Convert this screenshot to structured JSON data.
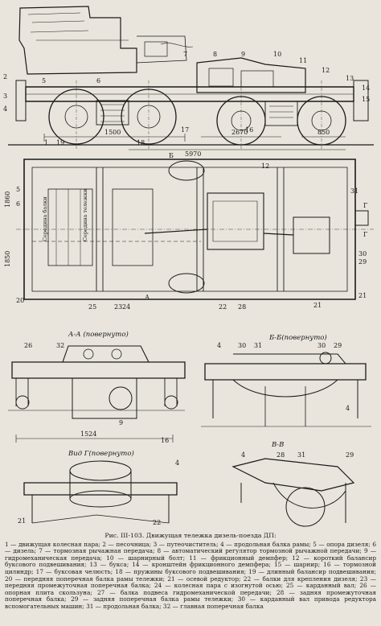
{
  "drawing": {
    "top_dims": [
      "1500",
      "5970",
      "2670",
      "850"
    ],
    "plan_labels": [
      "Середина балки",
      "Середина тележки"
    ],
    "plan_dims": [
      "1860",
      "1850"
    ],
    "section_marks": [
      "Б",
      "А",
      "Г",
      "Г"
    ],
    "callouts_top": [
      "2",
      "3",
      "4",
      "5",
      "6",
      "7",
      "8",
      "9",
      "10",
      "11",
      "12",
      "13",
      "14",
      "15",
      "16",
      "17",
      "18",
      "19",
      "1"
    ],
    "callouts_plan": [
      "5",
      "6",
      "20",
      "25",
      "24",
      "23",
      "22",
      "21",
      "21",
      "29",
      "30",
      "31",
      "12",
      "28"
    ],
    "view_aa": {
      "title": "А-А (повернуто)",
      "dim": "1524",
      "callouts": [
        "26",
        "32",
        "9",
        "16"
      ]
    },
    "view_bb": {
      "title": "Б-Б(повернуто)",
      "callouts": [
        "4",
        "30",
        "31",
        "30",
        "29",
        "4"
      ]
    },
    "view_g": {
      "title": "Вид Г(повернуто)",
      "callouts": [
        "4",
        "21",
        "22"
      ]
    },
    "view_vv": {
      "title": "В-В",
      "callouts": [
        "4",
        "28",
        "31",
        "29"
      ]
    }
  },
  "caption": {
    "title": "Рис. III-103. Движущая тележка дизель-поезда ДП:",
    "body": "1 — движущая колесная пара; 2 — песочница; 3 — путеочиститель; 4 — продольная балка рамы; 5 — опора дизеля; 6 — дизель; 7 — тормозная рычажная передача; 8 — автоматический регулятор тормозной рычажной передачи; 9 — гидромеханическая передача; 10 — шарнирный болт; 11 — фрикционный демпфер; 12 — короткий балансир буксового подвешивания; 13 — букса; 14 — кронштейн фрикционного демпфера; 15 — шарнир; 16 — тормозной цилиндр; 17 — буксовая челюсть; 18 — пружины буксового подвешивания; 19 — длинный балансир подвешивания; 20 — передняя поперечная балка рамы тележки; 21 — осевой редуктор; 22 — балки для крепления дизеля; 23 — передняя промежуточная поперечная балка; 24 — колесная пара с изогнутой осью; 25 — карданный вал; 26 — опорная плита скользуна; 27 — балка подвеса гидромеханической передачи; 28 — задняя промежуточная поперечная балка; 29 — задняя поперечная балка рамы тележки; 30 — карданный вал привода редуктора вспомогательных машин; 31 — продольная балка; 32 — главная поперечная балка"
  }
}
